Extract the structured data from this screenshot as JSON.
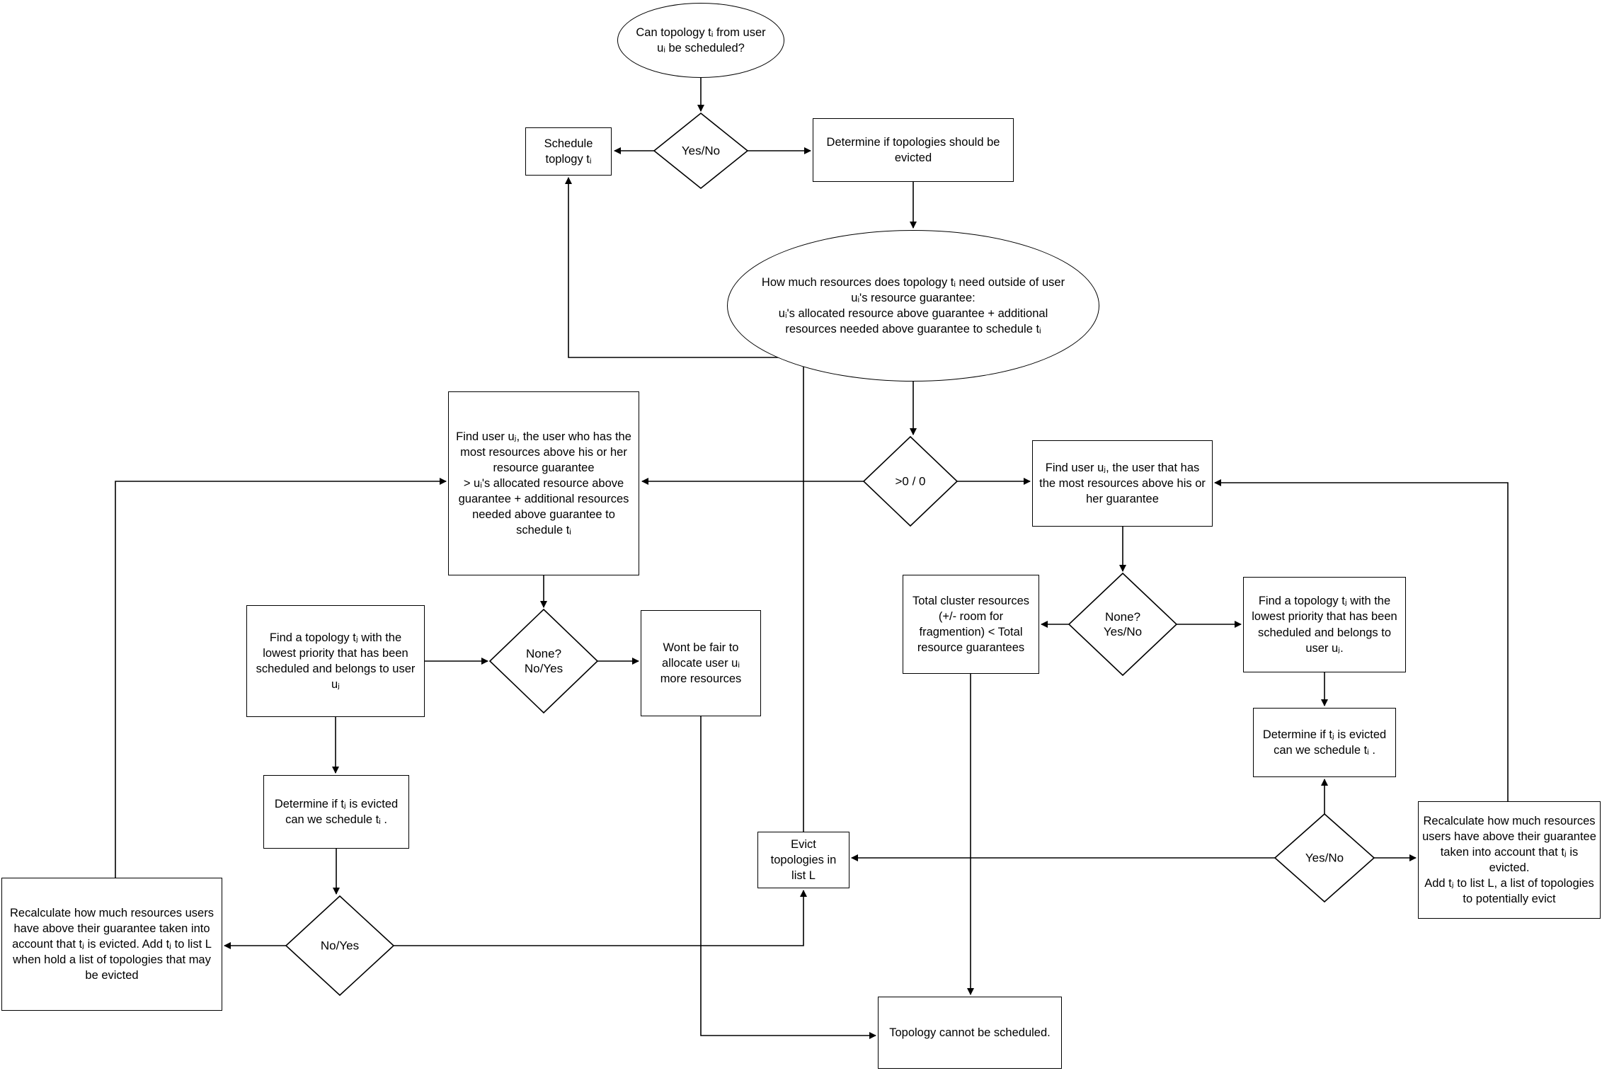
{
  "colors": {
    "stroke": "#000000",
    "background": "#ffffff"
  },
  "nodes": {
    "start": {
      "label": "Can topology tᵢ from user uᵢ be scheduled?"
    },
    "decision_schedulable": {
      "label": "Yes/No"
    },
    "schedule": {
      "label": "Schedule\ntoplogy tᵢ"
    },
    "determine_evict": {
      "label": "Determine if topologies should be evicted"
    },
    "resources_needed": {
      "label": "How much resources does topology tᵢ  need outside of user uᵢ's resource guarantee:\nuᵢ's allocated resource above guarantee + additional resources needed above guarantee to schedule tᵢ"
    },
    "decision_gt0": {
      "label": ">0 / 0"
    },
    "find_user_left": {
      "label": "Find user uⱼ, the user who has the most  resources above his or her resource guarantee\n> uᵢ's allocated resource above guarantee + additional resources needed above guarantee to schedule tᵢ"
    },
    "find_user_right": {
      "label": "Find user uⱼ, the user that has the most resources above his or her guarantee"
    },
    "decision_none_right": {
      "label": "None?\nYes/No"
    },
    "total_cluster": {
      "label": "Total cluster resources (+/- room for fragmention) < Total resource guarantees"
    },
    "find_topology_right": {
      "label": "Find a topology tⱼ with the lowest priority that has been scheduled and belongs to user uⱼ."
    },
    "determine_right": {
      "label": "Determine if tⱼ is evicted can we schedule tᵢ ."
    },
    "decision_yes_no_right": {
      "label": "Yes/No"
    },
    "recalculate_right": {
      "label": "Recalculate how much resources users have above their guarantee taken into account that tⱼ is evicted.\nAdd tⱼ to list L, a list of topologies to potentially evict"
    },
    "evict_list": {
      "label": "Evict topologies in list L"
    },
    "find_topology_left": {
      "label": "Find a topology tⱼ with the lowest priority that has been scheduled and belongs to user uⱼ"
    },
    "decision_none_left": {
      "label": "None?\nNo/Yes"
    },
    "wont_be_fair": {
      "label": "Wont be fair to allocate user uᵢ more resources"
    },
    "determine_left": {
      "label": "Determine if tⱼ is evicted can we schedule tᵢ ."
    },
    "decision_no_yes_left": {
      "label": "No/Yes"
    },
    "recalculate_left": {
      "label": "Recalculate how much resources users have above their guarantee taken into account that tⱼ is evicted. Add tⱼ to list L when hold a list of topologies that may be evicted"
    },
    "cannot_schedule": {
      "label": "Topology cannot be scheduled."
    }
  }
}
